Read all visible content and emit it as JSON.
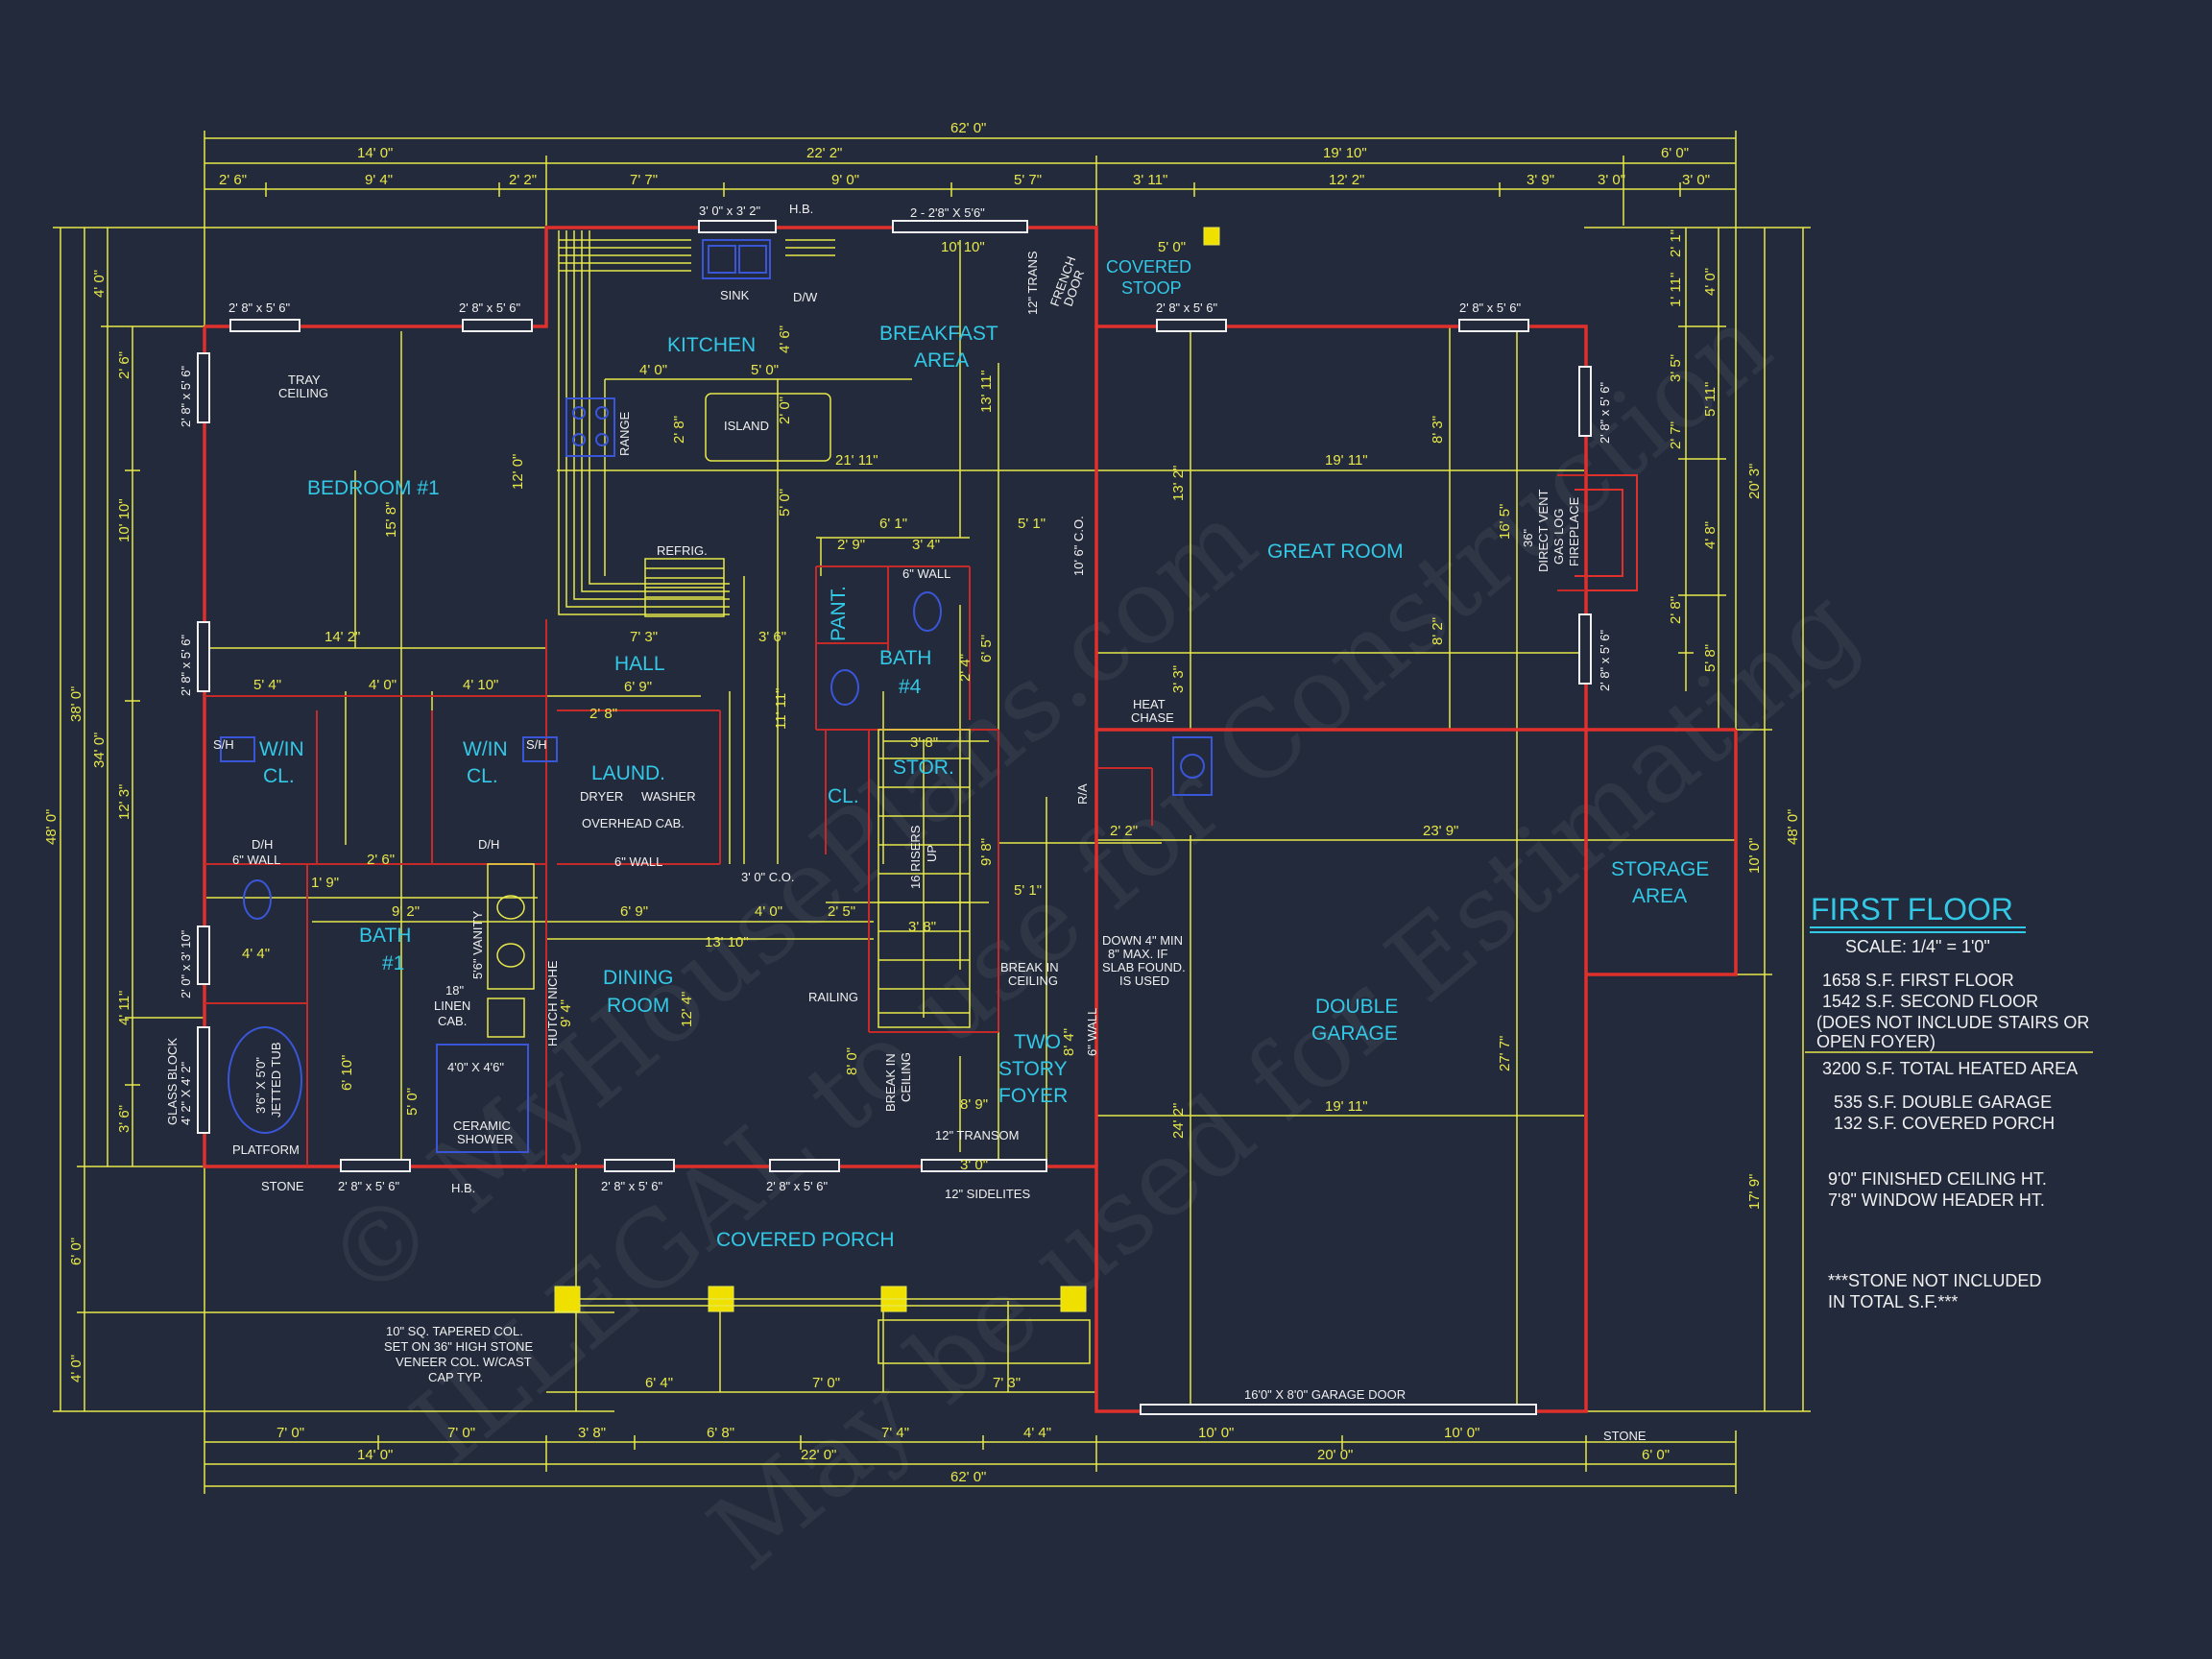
{
  "plan": {
    "title": "FIRST FLOOR",
    "scale": "SCALE:   1/4\" = 1'0\"",
    "notes": [
      "1658 S.F. FIRST FLOOR",
      "1542 S.F. SECOND FLOOR",
      "(DOES NOT INCLUDE STAIRS OR",
      " OPEN FOYER)",
      "3200 S.F. TOTAL HEATED AREA",
      "535 S.F. DOUBLE GARAGE",
      " 132 S.F. COVERED PORCH",
      "9'0\" FINISHED CEILING HT.",
      "7'8\" WINDOW HEADER HT.",
      "***STONE NOT INCLUDED",
      "IN TOTAL S.F.***"
    ]
  },
  "rooms": {
    "bedroom": "BEDROOM  #1",
    "kitchen": "KITCHEN",
    "breakfast_1": "BREAKFAST",
    "breakfast_2": "AREA",
    "great_room": "GREAT ROOM",
    "hall": "HALL",
    "bath4_1": "BATH",
    "bath4_2": "#4",
    "pant": "PANT.",
    "win_cl_left_1": "W/IN",
    "win_cl_left_2": "CL.",
    "win_cl_right_1": "W/IN",
    "win_cl_right_2": "CL.",
    "laund": "LAUND.",
    "stor": "STOR.",
    "cl": "CL.",
    "bath1_1": "BATH",
    "bath1_2": "#1",
    "dining_1": "DINING",
    "dining_2": "ROOM",
    "foyer_1": "TWO",
    "foyer_2": "STORY",
    "foyer_3": "FOYER",
    "storage_1": "STORAGE",
    "storage_2": "AREA",
    "garage_1": "DOUBLE",
    "garage_2": "GARAGE",
    "porch": "COVERED PORCH",
    "stoop_1": "COVERED",
    "stoop_2": "STOOP"
  },
  "labels": {
    "sink": "SINK",
    "dw": "D/W",
    "hb_top": "H.B.",
    "tray_1": "TRAY",
    "tray_2": "CEILING",
    "range": "RANGE",
    "island": "ISLAND",
    "refrig": "REFRIG.",
    "wall6_top": "6\" WALL",
    "dryer": "DRYER",
    "washer": "WASHER",
    "overhead": "OVERHEAD CAB.",
    "wall6_laund": "6\" WALL",
    "wall6_bath": "6\" WALL",
    "sh_left": "S/H",
    "sh_right": "S/H",
    "dh_left": "D/H",
    "dh_right": "D/H",
    "co_bottom": "3' 0\" C.O.",
    "co_side": "10' 6\" C.O.",
    "heat_1": "HEAT",
    "heat_2": "CHASE",
    "ra": "R/A",
    "vanity": "5'6\" VANITY",
    "linen_1": "18\"",
    "linen_2": "LINEN",
    "linen_3": "CAB.",
    "hutch": "HUTCH NICHE",
    "shower_size": "4'0\" X 4'6\"",
    "shower_1": "CERAMIC",
    "shower_2": "SHOWER",
    "tub_1": "3'6\" X 5'0\"",
    "tub_2": "JETTED TUB",
    "platform": "PLATFORM",
    "glass_block": "GLASS BLOCK",
    "glass_block_size": "4' 2\" X 4' 2\"",
    "stone_left": "STONE",
    "stone_right": "STONE",
    "hb_bottom": "H.B.",
    "railing": "RAILING",
    "risers": "16 RISERS",
    "up": "UP",
    "break_1": "BREAK IN",
    "break_2": "CEILING",
    "break_side_1": "BREAK IN",
    "break_side_2": "CEILING",
    "transom": "12\" TRANSOM",
    "sidelites": "12\" SIDELITES",
    "trans_top": "12\" TRANS",
    "french_1": "FRENCH",
    "french_2": "DOOR",
    "slab_1": "DOWN 4\" MIN",
    "slab_2": "8\" MAX. IF",
    "slab_3": "SLAB FOUND.",
    "slab_4": "IS USED",
    "fireplace_1": "36\"",
    "fireplace_2": "DIRECT VENT",
    "fireplace_3": "GAS LOG",
    "fireplace_4": "FIREPLACE",
    "garage_door": "16'0\" X 8'0\" GARAGE DOOR",
    "col_1": "10\" SQ. TAPERED COL.",
    "col_2": "SET ON 36\" HIGH STONE",
    "col_3": "VENEER COL. W/CAST",
    "col_4": "CAP TYP.",
    "wall6_foyer": "6\" WALL"
  },
  "windows": {
    "w_top_left_a": "2' 8\" x 5' 6\"",
    "w_top_left_b": "2' 8\" x 5' 6\"",
    "w_kitchen": "3' 0\" x 3' 2\"",
    "w_breakfast": "2 - 2'8\" X 5'6\"",
    "w_stoop": "2' 8\" x 5' 6\"",
    "w_great": "2' 8\" x 5' 6\"",
    "w_bed_side_a": "2' 8\" x 5' 6\"",
    "w_bed_side_b": "2' 8\" x 5' 6\"",
    "w_bath_side": "2' 0\" x 3' 10\"",
    "w_great_side_a": "2' 8\" x 5' 6\"",
    "w_great_side_b": "2' 8\" x 5' 6\"",
    "w_bottom_a": "2' 8\" x 5' 6\"",
    "w_bottom_b": "2' 8\" x 5' 6\"",
    "w_bottom_c": "2' 8\" x 5' 6\""
  },
  "dims": {
    "top_total": "62' 0\"",
    "top_2a": "14' 0\"",
    "top_2b": "22' 2\"",
    "top_2c": "19' 10\"",
    "top_2d": "6' 0\"",
    "top_3a": "2' 6\"",
    "top_3b": "9' 4\"",
    "top_3c": "2' 2\"",
    "top_3d": "7' 7\"",
    "top_3e": "9' 0\"",
    "top_3f": "5' 7\"",
    "top_3g": "3' 11\"",
    "top_3h": "12' 2\"",
    "top_3i": "3' 9\"",
    "top_3j": "3' 0\"",
    "top_3k": "3' 0\"",
    "bot_total": "62' 0\"",
    "bot_2a": "14' 0\"",
    "bot_2b": "22' 0\"",
    "bot_2c": "20' 0\"",
    "bot_2d": "6' 0\"",
    "bot_3a": "7' 0\"",
    "bot_3b": "7' 0\"",
    "bot_3c": "3' 8\"",
    "bot_3d": "6' 8\"",
    "bot_3e": "7' 4\"",
    "bot_3f": "4' 4\"",
    "bot_3g": "10' 0\"",
    "bot_3h": "10' 0\"",
    "left_total": "48' 0\"",
    "left_2a": "38' 0\"",
    "left_2b": "6' 0\"",
    "left_2c": "4' 0\"",
    "left_3a": "4' 0\"",
    "left_3b": "34' 0\"",
    "left_4a": "2' 6\"",
    "left_4b": "10' 10\"",
    "left_4c": "12' 3\"",
    "left_4d": "4' 11\"",
    "left_4e": "3' 6\"",
    "right_total": "48' 0\"",
    "right_2a": "20' 3\"",
    "right_2b": "10' 0\"",
    "right_2c": "17' 9\"",
    "right_3a": "4' 0\"",
    "right_3b": "5' 11\"",
    "right_3c": "4' 8\"",
    "right_3d": "5' 8\"",
    "right_4a": "2' 1\"",
    "right_4b": "1' 11\"",
    "right_4c": "3' 5\"",
    "right_4d": "2' 7\"",
    "right_4e": "2' 8\"",
    "in_bed_w": "14' 2\"",
    "in_bed_h": "15' 8\"",
    "in_12_0": "12' 0\"",
    "in_4_0": "4' 0\"",
    "in_5_0": "5' 0\"",
    "in_2_8": "2' 8\"",
    "in_2_0": "2' 0\"",
    "in_21_11": "21' 11\"",
    "in_19_11": "19' 11\"",
    "in_13_11": "13' 11\"",
    "in_4_6": "4' 6\"",
    "in_5_0b": "5' 0\"",
    "in_10_10": "10' 10\"",
    "in_5_0c": "5' 0\"",
    "in_6_1": "6' 1\"",
    "in_5_1": "5' 1\"",
    "in_2_9": "2' 9\"",
    "in_3_4": "3' 4\"",
    "in_7_3": "7' 3\"",
    "in_6_9": "6' 9\"",
    "in_3_6": "3' 6\"",
    "in_5_4": "5' 4\"",
    "in_4_0b": "4' 0\"",
    "in_4_10": "4' 10\"",
    "in_2_8b": "2' 8\"",
    "in_8_3": "8' 3\"",
    "in_13_2": "13' 2\"",
    "in_16_5": "16' 5\"",
    "in_8_2": "8' 2\"",
    "in_3_3": "3' 3\"",
    "in_23_9": "23' 9\"",
    "in_2_2": "2' 2\"",
    "in_3_8": "3' 8\"",
    "in_9_8": "9' 8\"",
    "in_5_1b": "5' 1\"",
    "in_3_8b": "3' 8\"",
    "in_9_2": "9' 2\"",
    "in_6_9b": "6' 9\"",
    "in_4_0c": "4' 0\"",
    "in_2_5": "2' 5\"",
    "in_13_10": "13' 10\"",
    "in_4_4": "4' 4\"",
    "in_2_6": "2' 6\"",
    "in_1_9": "1' 9\"",
    "in_12_4": "12' 4\"",
    "in_9_4": "9' 4\"",
    "in_8_0": "8' 0\"",
    "in_8_9": "8' 9\"",
    "in_8_4": "8' 4\"",
    "in_19_11b": "19' 11\"",
    "in_27_7": "27' 7\"",
    "in_24_2": "24' 2\"",
    "in_6_4": "6' 4\"",
    "in_7_0": "7' 0\"",
    "in_7_3b": "7' 3\"",
    "in_3_0b": "3' 0\"",
    "in_6_10": "6' 10\"",
    "in_5_0d": "5' 0\"",
    "in_11_11": "11' 11\"",
    "in_6_5": "6' 5\"",
    "in_2_4": "2' 4\""
  },
  "watermarks": {
    "line_1": "© MyHousePlans.com",
    "line_2": "ILLEGAL to use for Construction",
    "line_3": "May be used for Estimating"
  }
}
